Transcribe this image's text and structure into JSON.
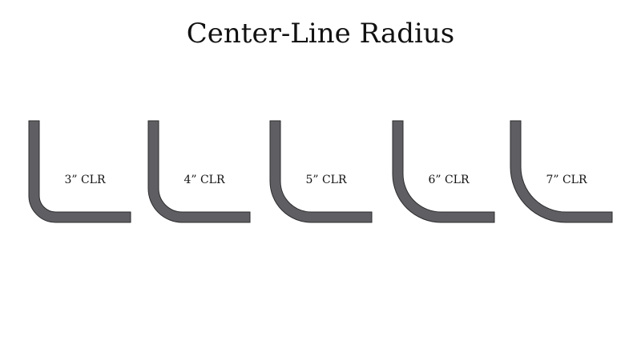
{
  "title": "Center-Line Radius",
  "colors": {
    "tube_fill": "#5f5f63",
    "tube_outline": "#2b2b2e",
    "text": "#111111",
    "background": "#ffffff"
  },
  "bends": [
    {
      "label": "3” CLR",
      "radius_in": 3
    },
    {
      "label": "4” CLR",
      "radius_in": 4
    },
    {
      "label": "5” CLR",
      "radius_in": 5
    },
    {
      "label": "6” CLR",
      "radius_in": 6
    },
    {
      "label": "7” CLR",
      "radius_in": 7
    }
  ]
}
